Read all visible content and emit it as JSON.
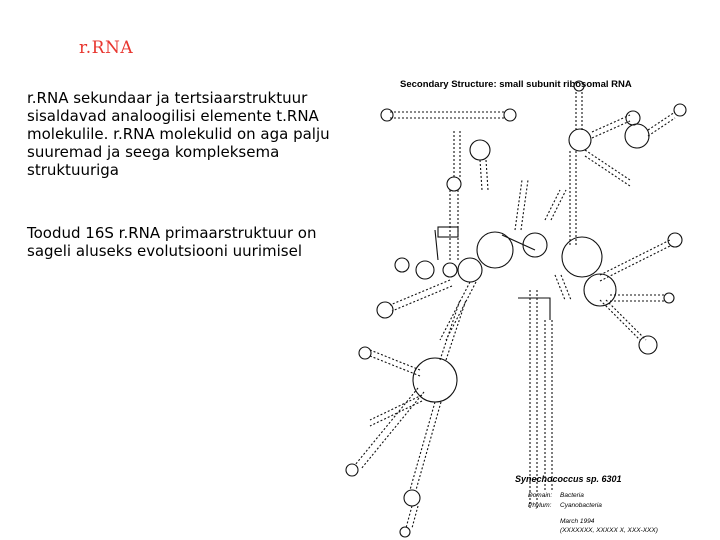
{
  "slide": {
    "title": "r.RNA",
    "paragraph1": "r.RNA sekundaar ja tertsiaarstruktuur sisaldavad analoogilisi elemente t.RNA molekulile. r.RNA molekulid on aga palju suuremad ja seega kompleksema struktuuriga",
    "paragraph2": "Toodud 16S r.RNA primaarstruktuur on sageli aluseks  evolutsiooni uurimisel"
  },
  "diagram": {
    "heading": "Secondary Structure: small subunit ribosomal RNA",
    "organism": "Synechococcus sp. 6301",
    "domain_label": "Domain:",
    "domain_value": "Bacteria",
    "phylum_label": "Phylum:",
    "phylum_value": "Cyanobacteria",
    "date": "March 1994",
    "citation": "(XXXXXXX, XXXXX X, XXX-XXX)",
    "title_color": "#e8362f"
  }
}
